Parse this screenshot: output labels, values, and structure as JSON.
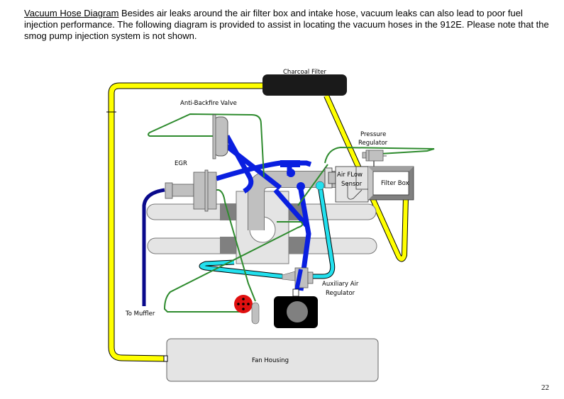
{
  "intro": {
    "title": "Vacuum Hose Diagram",
    "body": "  Besides air leaks around the air filter box and intake hose, vacuum leaks can also lead to poor fuel injection performance.  The following diagram is provided to assist in locating the vacuum hoses in the 912E.  Please note that the smog pump injection system is not shown."
  },
  "labels": {
    "charcoal_filter": "Charcoal Filter",
    "anti_backfire_valve": "Anti-Backfire Valve",
    "pressure_regulator_1": "Pressure",
    "pressure_regulator_2": "Regulator",
    "egr": "EGR",
    "air_flow_sensor_1": "Air FLow",
    "air_flow_sensor_2": "Sensor",
    "filter_box": "Filter Box",
    "auxiliary_air_regulator_1": "Auxiliary Air",
    "auxiliary_air_regulator_2": "Regulator",
    "to_muffler": "To Muffler",
    "fan_housing": "Fan Housing"
  },
  "colors": {
    "yellow_hose": "#ffff00",
    "green_hose": "#2e8b2e",
    "blue_hose": "#0a1fe0",
    "navy_hose": "#0a0a8c",
    "cyan_hose": "#22e0ee",
    "component_gray": "#c0c0c0",
    "light_gray": "#e4e4e4",
    "dark_gray": "#808080",
    "red_component": "#e01010"
  },
  "page_number": "22"
}
